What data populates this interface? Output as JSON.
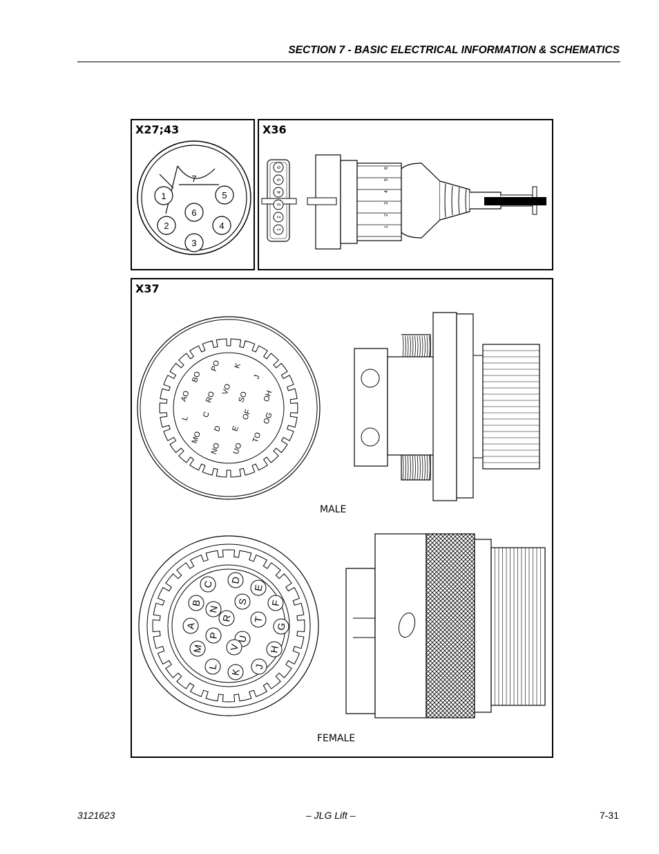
{
  "header": {
    "section_title": "SECTION 7 - BASIC ELECTRICAL INFORMATION & SCHEMATICS"
  },
  "panels": {
    "x27": {
      "label": "X27;43",
      "pins": [
        "1",
        "2",
        "3",
        "4",
        "5",
        "6",
        "7"
      ]
    },
    "x36": {
      "label": "X36",
      "pins": [
        "1",
        "2",
        "3",
        "4",
        "5",
        "6"
      ]
    },
    "x37": {
      "label": "X37",
      "male_caption": "MALE",
      "female_caption": "FEMALE",
      "male_pins": [
        "K",
        "J",
        "OH",
        "OG",
        "TO",
        "UO",
        "NO",
        "MO",
        "L",
        "AO",
        "BO",
        "PO",
        "VO",
        "SO",
        "OF",
        "E",
        "D",
        "C",
        "RO"
      ],
      "female_pins": [
        "A",
        "B",
        "C",
        "D",
        "E",
        "F",
        "G",
        "H",
        "J",
        "K",
        "L",
        "M",
        "N",
        "P",
        "R",
        "S",
        "T",
        "U",
        "V"
      ]
    }
  },
  "footer": {
    "doc_number": "3121623",
    "center": "– JLG Lift –",
    "page": "7-31"
  }
}
